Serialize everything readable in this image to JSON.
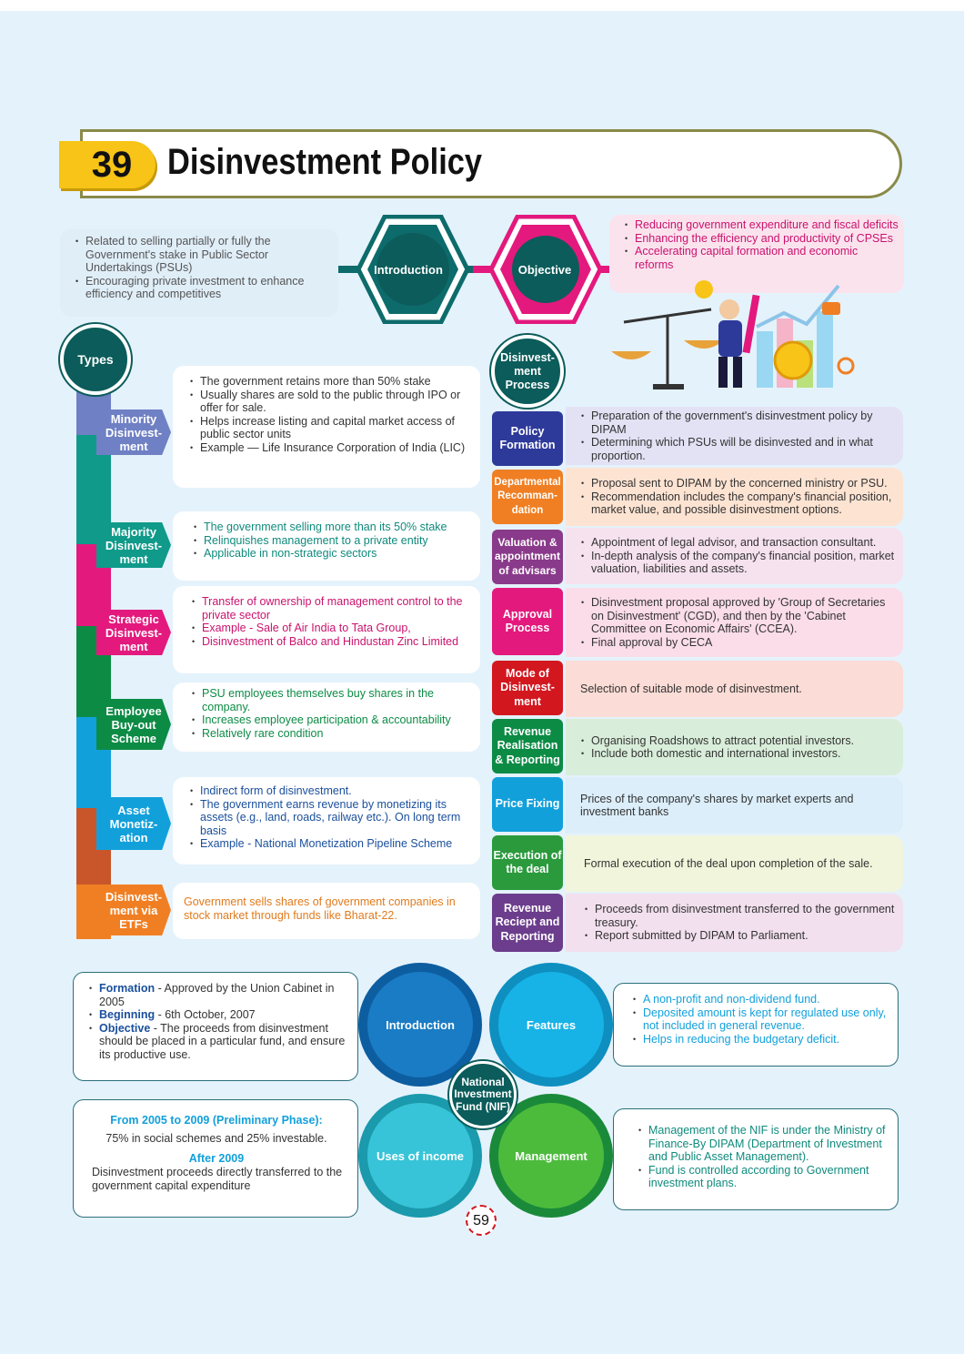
{
  "header": {
    "chapter_number": "39",
    "title": "Disinvestment Policy"
  },
  "introduction": {
    "label": "Introduction",
    "points": [
      "Related to selling partially or fully the Government's stake in Public Sector Undertakings (PSUs)",
      "Encouraging private investment to enhance efficiency and competitives"
    ]
  },
  "objective": {
    "label": "Objective",
    "points": [
      "Reducing government expenditure and fiscal deficits",
      "Enhancing the efficiency and productivity of CPSEs",
      "Accelerating capital formation and economic reforms"
    ]
  },
  "types": {
    "heading": "Types",
    "items": [
      {
        "label": "Minority Disinvest-ment",
        "color": "#6f80c4",
        "text_color": "#333333",
        "points": [
          "The government retains more than 50% stake",
          "Usually shares are sold to the public through IPO or offer for sale.",
          "Helps increase listing and capital market access of public sector units",
          "Example — Life Insurance Corporation of India (LIC)"
        ]
      },
      {
        "label": "Majority Disinvest-ment",
        "color": "#0f9a8a",
        "text_color": "#0f8a7c",
        "points": [
          "The government selling more than its 50% stake",
          "Relinquishes management to a private entity",
          "Applicable in non-strategic sectors"
        ]
      },
      {
        "label": "Strategic Disinvest-ment",
        "color": "#e3197d",
        "text_color": "#c9136d",
        "points": [
          "Transfer of ownership of management control to the private sector",
          "Example - Sale of Air India to Tata Group,",
          "Disinvestment of Balco and Hindustan Zinc Limited"
        ]
      },
      {
        "label": "Employee Buy-out Scheme",
        "color": "#0c8b45",
        "text_color": "#0c8b45",
        "points": [
          "PSU employees themselves buy shares in the company.",
          "Increases employee participation & accountability",
          "Relatively rare condition"
        ]
      },
      {
        "label": "Asset Monetiz-ation",
        "color": "#12a0db",
        "text_color": "#1a4f9c",
        "points": [
          "Indirect form of disinvestment.",
          "The government earns revenue by monetizing its assets (e.g., land, roads, railway etc.). On long term basis",
          "Example - National Monetization Pipeline Scheme"
        ]
      },
      {
        "label": "Disinvest-ment via ETFs",
        "color": "#f07f23",
        "text_color": "#e07b1d",
        "text": "Government sells shares of government companies in stock market through funds like Bharat-22."
      }
    ]
  },
  "process": {
    "heading": "Disinvest-ment Process",
    "steps": [
      {
        "label": "Policy Formation",
        "color": "#2e3a9a",
        "bg": "#e3e2f5",
        "points": [
          "Preparation of the government's disinvestment policy by DIPAM",
          "Determining which PSUs will be disinvested and in what proportion."
        ]
      },
      {
        "label": "Departmental Recomman-dation",
        "color": "#f07f23",
        "bg": "#fde3d2",
        "points": [
          "Proposal sent to DIPAM by the concerned ministry or PSU.",
          "Recommendation includes the company's financial position, market value, and possible disinvestment options."
        ]
      },
      {
        "label": "Valuation & appointment of advisars",
        "color": "#8a3a8a",
        "bg": "#f6e2ef",
        "points": [
          "Appointment of  legal advisor, and transaction consultant.",
          "In-depth analysis of the company's financial position, market valuation, liabilities and assets."
        ]
      },
      {
        "label": "Approval Process",
        "color": "#e3197d",
        "bg": "#fbdde9",
        "points": [
          "Disinvestment proposal approved by 'Group of Secretaries  on Disinvestment' (CGD), and then by the 'Cabinet Committee on Economic Affairs' (CCEA).",
          "Final approval by CECA"
        ]
      },
      {
        "label": "Mode of Disinvest-ment",
        "color": "#d3171f",
        "bg": "#fbdcd6",
        "text": "Selection of suitable mode of disinvestment."
      },
      {
        "label": "Revenue Realisation & Reporting",
        "color": "#0c8b45",
        "bg": "#d9eeda",
        "points": [
          "Organising Roadshows to attract potential investors.",
          "Include both domestic and international investors."
        ]
      },
      {
        "label": "Price Fixing",
        "color": "#12a0db",
        "bg": "#dbeefa",
        "text": "Prices of the company's shares by market experts and investment banks"
      },
      {
        "label": "Execution of the deal",
        "color": "#2a9a3c",
        "bg": "#f1f5dc",
        "text": "Formal execution of the deal upon completion of the sale."
      },
      {
        "label": "Revenue Reciept and Reporting",
        "color": "#6c3d8c",
        "bg": "#f2e0ee",
        "points": [
          "Proceeds from disinvestment transferred to the government treasury.",
          "Report submitted by DIPAM to Parliament."
        ]
      }
    ]
  },
  "nif": {
    "center": "National Investment Fund (NIF)",
    "introduction_label": "Introduction",
    "features_label": "Features",
    "uses_label": "Uses of income",
    "management_label": "Management",
    "intro_points": [
      {
        "bold": "Formation",
        "text": " - Approved by the Union Cabinet in 2005"
      },
      {
        "bold": "Beginning",
        "text": " - 6th October, 2007"
      },
      {
        "bold": "Objective",
        "text": " - The proceeds from disinvestment should be placed in a particular fund, and ensure its productive use."
      }
    ],
    "features_points": [
      "A non-profit and non-dividend fund.",
      "Deposited amount is kept for regulated use only, not included in general revenue.",
      "Helps in reducing the budgetary deficit."
    ],
    "uses": {
      "phase1_title": "From 2005 to 2009 (Preliminary Phase):",
      "phase1_text": "75% in social schemes and 25% investable.",
      "phase2_title": "After 2009",
      "phase2_text": "Disinvestment proceeds directly transferred to the government capital expenditure"
    },
    "management_points": [
      "Management of the NIF is under the Ministry of Finance-By DIPAM (Department of Investment and Public Asset Management).",
      "Fund is controlled according to Government investment plans."
    ]
  },
  "page_number": "59"
}
